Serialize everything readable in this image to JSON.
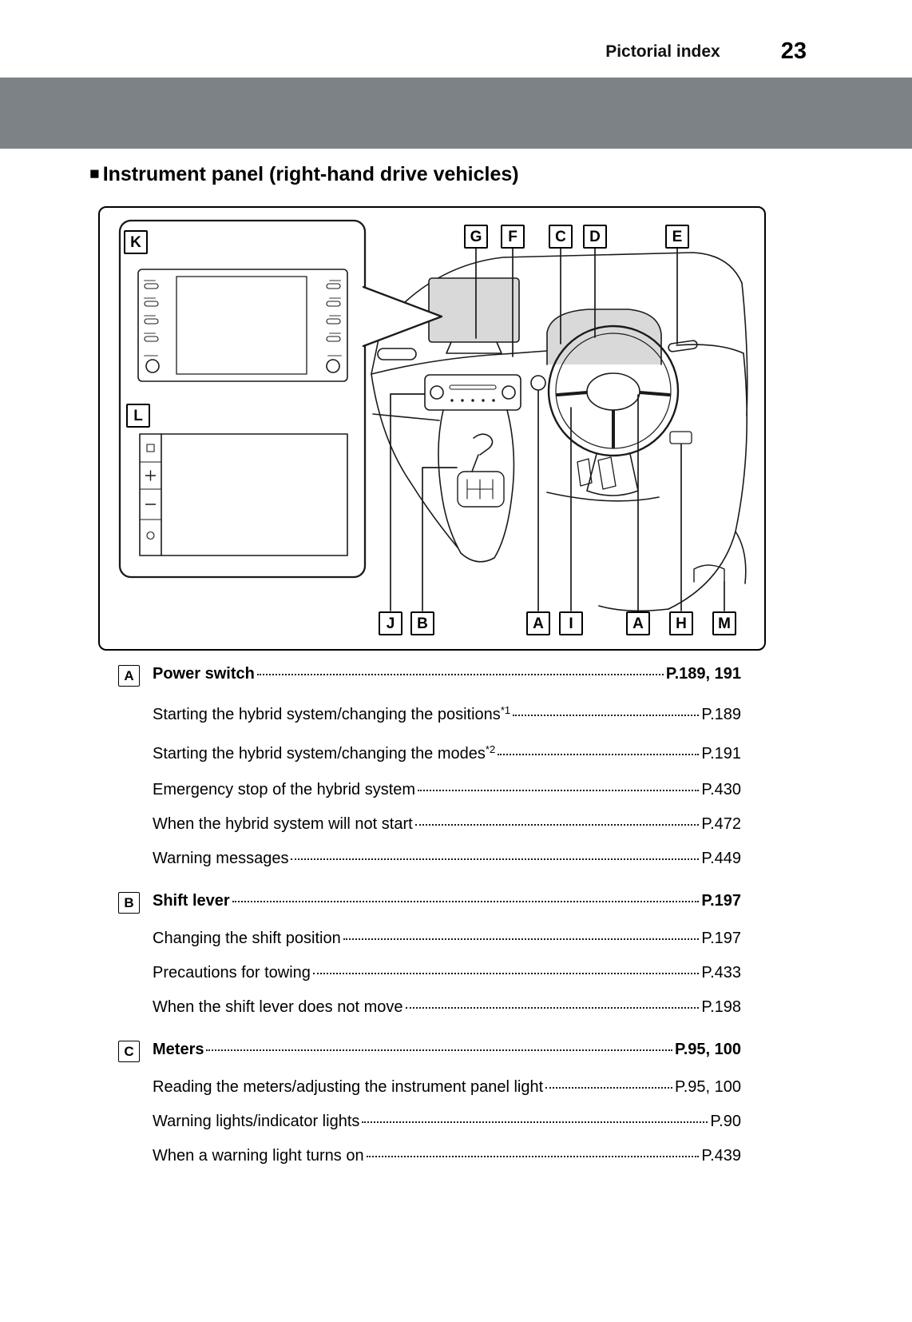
{
  "header": {
    "section": "Pictorial index",
    "page_number": "23"
  },
  "section_title": {
    "marker": "■",
    "text": "Instrument panel (right-hand drive vehicles)"
  },
  "diagram": {
    "magnifier_labels": [
      "K",
      "L"
    ],
    "top_labels": [
      "G",
      "F",
      "C",
      "D",
      "E"
    ],
    "bottom_labels": [
      "J",
      "B",
      "A",
      "I",
      "A",
      "H",
      "M"
    ]
  },
  "index": [
    {
      "key": "A",
      "title": "Power switch",
      "page": "P.189, 191",
      "items": [
        {
          "text": "Starting the hybrid system/changing the positions",
          "sup": "*1",
          "page": "P.189"
        },
        {
          "text": "Starting the hybrid system/changing the modes",
          "sup": "*2",
          "page": "P.191"
        },
        {
          "text": "Emergency stop of the hybrid system",
          "page": "P.430"
        },
        {
          "text": "When the hybrid system will not start",
          "page": "P.472"
        },
        {
          "text": "Warning messages",
          "page": "P.449"
        }
      ]
    },
    {
      "key": "B",
      "title": "Shift lever",
      "page": "P.197",
      "items": [
        {
          "text": "Changing the shift position",
          "page": "P.197"
        },
        {
          "text": "Precautions for towing",
          "page": "P.433"
        },
        {
          "text": "When the shift lever does not move",
          "page": "P.198"
        }
      ]
    },
    {
      "key": "C",
      "title": "Meters",
      "page": "P.95, 100",
      "items": [
        {
          "text": "Reading the meters/adjusting the instrument panel light",
          "page": "P.95, 100"
        },
        {
          "text": "Warning lights/indicator lights",
          "page": "P.90"
        },
        {
          "text": "When a warning light turns on",
          "page": "P.439"
        }
      ]
    }
  ]
}
